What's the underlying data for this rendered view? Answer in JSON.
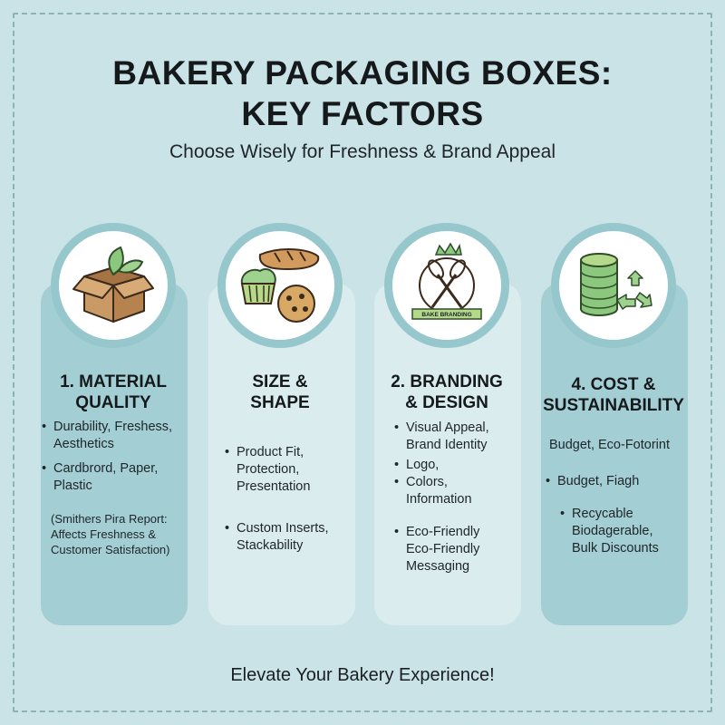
{
  "header": {
    "title_line1": "BAKERY PACKAGING BOXES:",
    "title_line2": "KEY FACTORS",
    "subtitle": "Choose Wisely for Freshness & Brand Appeal"
  },
  "columns": [
    {
      "icon": "box-leaf-icon",
      "heading_line1": "1. MATERIAL",
      "heading_line2": "QUALITY",
      "bullets": [
        {
          "line1": "Durability, Freshess,",
          "line2": "Aesthetics"
        },
        {
          "line1": "Cardbrord, Paper,",
          "line2": "Plastic"
        }
      ],
      "note": {
        "line1": "(Smithers Pira Report:",
        "line2": "Affects Freshness &",
        "line3": "Customer Satisfaction)"
      }
    },
    {
      "icon": "cupcake-bread-cookie-icon",
      "heading_line1": "SIZE &",
      "heading_line2": "SHAPE",
      "bullets": [
        {
          "line1": "Product Fit,",
          "line2": "Protection,",
          "line3": "Presentation"
        },
        {
          "line1": "Custom Inserts,",
          "line2": "Stackability"
        }
      ]
    },
    {
      "icon": "whisk-crown-logo-icon",
      "badge_text": "BAKE BRANDING",
      "heading_line1": "2. BRANDING",
      "heading_line2": "& DESIGN",
      "bullets": [
        {
          "line1": "Visual Appeal,",
          "line2": "Brand Identity"
        },
        {
          "line1": "Logo,"
        },
        {
          "line1": "Colors,",
          "line2": "Information"
        },
        {
          "line1": "Eco-Friendly",
          "line2": "Eco-Friendly",
          "line3": "Messaging"
        }
      ]
    },
    {
      "icon": "coins-recycle-icon",
      "heading_line1": "4. COST &",
      "heading_line2": "SUSTAINABILITY",
      "plain_line": "Budget, Eco-Fotorint",
      "bullets": [
        {
          "line1": "Budget, Fiagh"
        },
        {
          "line1": "Recycable",
          "line2": "Biodagerable,",
          "line3": "Bulk Discounts"
        }
      ]
    }
  ],
  "footer": {
    "text": "Elevate Your Bakery Experience!"
  },
  "colors": {
    "background": "#c9e3e6",
    "column_dark": "#a3cfd4",
    "column_light": "#daeced",
    "icon_green": "#8cc77e",
    "icon_brown": "#c99a65"
  }
}
